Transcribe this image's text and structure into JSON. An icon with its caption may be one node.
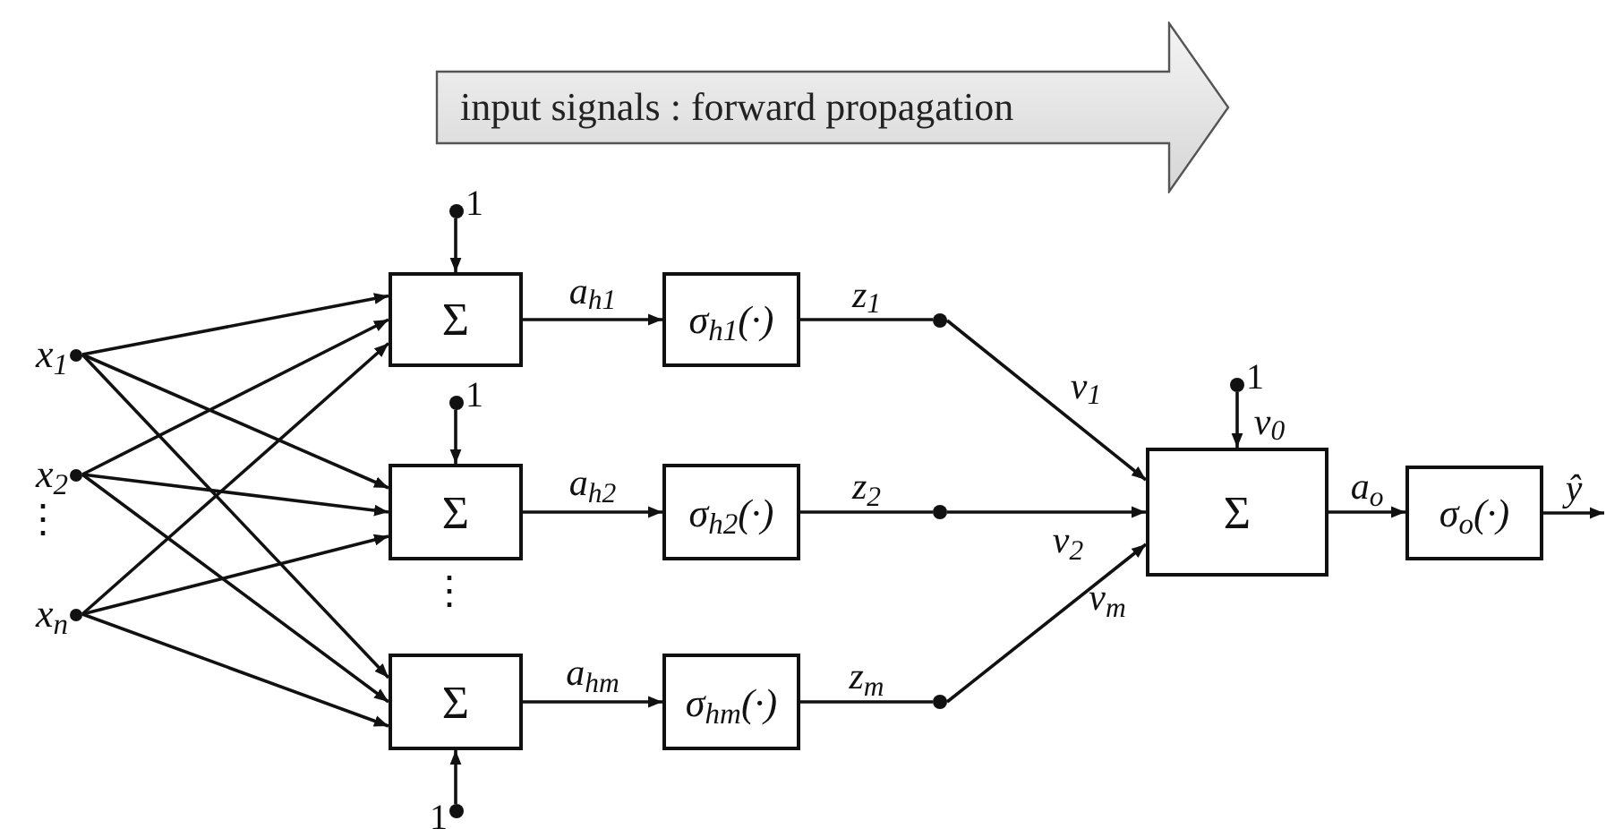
{
  "diagram": {
    "nodes": [
      {
        "text": [
          "input signals : forward propagation"
        ]
      },
      {
        "text": [
          "x$_{1}$"
        ]
      },
      {
        "text": [
          "x$_{2}$"
        ]
      },
      {
        "text": [
          "x$_{n}$"
        ]
      },
      {
        "text": [
          "Σ"
        ]
      },
      {
        "text": [
          "Σ"
        ]
      },
      {
        "text": [
          "Σ"
        ]
      },
      {
        "text": [
          "σ$_{h1}$(·)"
        ]
      },
      {
        "text": [
          "σ$_{h2}$(·)"
        ]
      },
      {
        "text": [
          "σ$_{hm}$(·)"
        ]
      },
      {
        "text": [
          "Σ"
        ]
      },
      {
        "text": [
          "σ$_{o}$(·)"
        ]
      },
      {
        "text": [
          "1"
        ]
      },
      {
        "text": [
          "1"
        ]
      },
      {
        "text": [
          "1"
        ]
      },
      {
        "text": [
          "1"
        ]
      },
      {
        "text": [],
        "shape": "circle"
      },
      {
        "text": [],
        "shape": "circle"
      },
      {
        "text": [],
        "shape": "circle"
      }
    ],
    "edges": [
      {
        "from": 1,
        "to": 4,
        "arrow": "to"
      },
      {
        "from": 1,
        "to": 5,
        "arrow": "to"
      },
      {
        "from": 1,
        "to": 6,
        "arrow": "to"
      },
      {
        "from": 2,
        "to": 4,
        "arrow": "to"
      },
      {
        "from": 2,
        "to": 5,
        "arrow": "to"
      },
      {
        "from": 2,
        "to": 6,
        "arrow": "to"
      },
      {
        "from": 3,
        "to": 4,
        "arrow": "to"
      },
      {
        "from": 3,
        "to": 5,
        "arrow": "to"
      },
      {
        "from": 3,
        "to": 6,
        "arrow": "to"
      },
      {
        "from": 12,
        "to": 4,
        "arrow": "to"
      },
      {
        "from": 13,
        "to": 5,
        "arrow": "to"
      },
      {
        "from": 14,
        "to": 6,
        "arrow": "to"
      },
      {
        "from": 4,
        "to": 7,
        "arrow": "to",
        "label": "a$_{h1}$"
      },
      {
        "from": 5,
        "to": 8,
        "arrow": "to",
        "label": "a$_{h2}$"
      },
      {
        "from": 6,
        "to": 9,
        "arrow": "to",
        "label": "a$_{hm}$"
      },
      {
        "from": 7,
        "to": 16,
        "arrow": "none",
        "label": "z$_{1}$"
      },
      {
        "from": 8,
        "to": 17,
        "arrow": "none",
        "label": "z$_{2}$"
      },
      {
        "from": 9,
        "to": 18,
        "arrow": "none",
        "label": "z$_{m}$"
      },
      {
        "from": 16,
        "to": 10,
        "arrow": "to",
        "label": "v$_{1}$"
      },
      {
        "from": 17,
        "to": 10,
        "arrow": "to",
        "label": "v$_{2}$"
      },
      {
        "from": 18,
        "to": 10,
        "arrow": "to",
        "label": "v$_{m}$"
      },
      {
        "from": 15,
        "to": 10,
        "arrow": "to",
        "label": "v$_{0}$"
      },
      {
        "from": 10,
        "to": 11,
        "arrow": "to",
        "label": "a$_{o}$"
      },
      {
        "from": 11,
        "to": null,
        "arrow": "to",
        "label": "ŷ"
      }
    ],
    "labels": [
      "⋮",
      "⋮"
    ]
  }
}
